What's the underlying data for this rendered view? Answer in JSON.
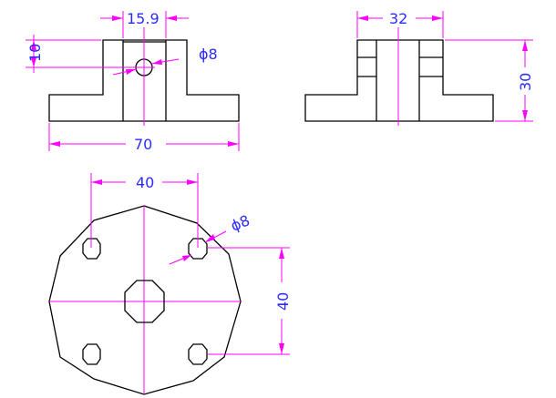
{
  "colors": {
    "object": "#000000",
    "dimension": "#ff00ff",
    "text": "#2b2bff",
    "background": "#ffffff"
  },
  "front_view": {
    "width_dim": "70",
    "slot_dim": "15.9",
    "height_dim": "10",
    "hole_dim": "ϕ8"
  },
  "side_view": {
    "width_dim": "32",
    "height_dim": "30"
  },
  "top_view": {
    "horizontal_dim": "40",
    "vertical_dim": "40",
    "hole_dim": "ϕ8"
  }
}
